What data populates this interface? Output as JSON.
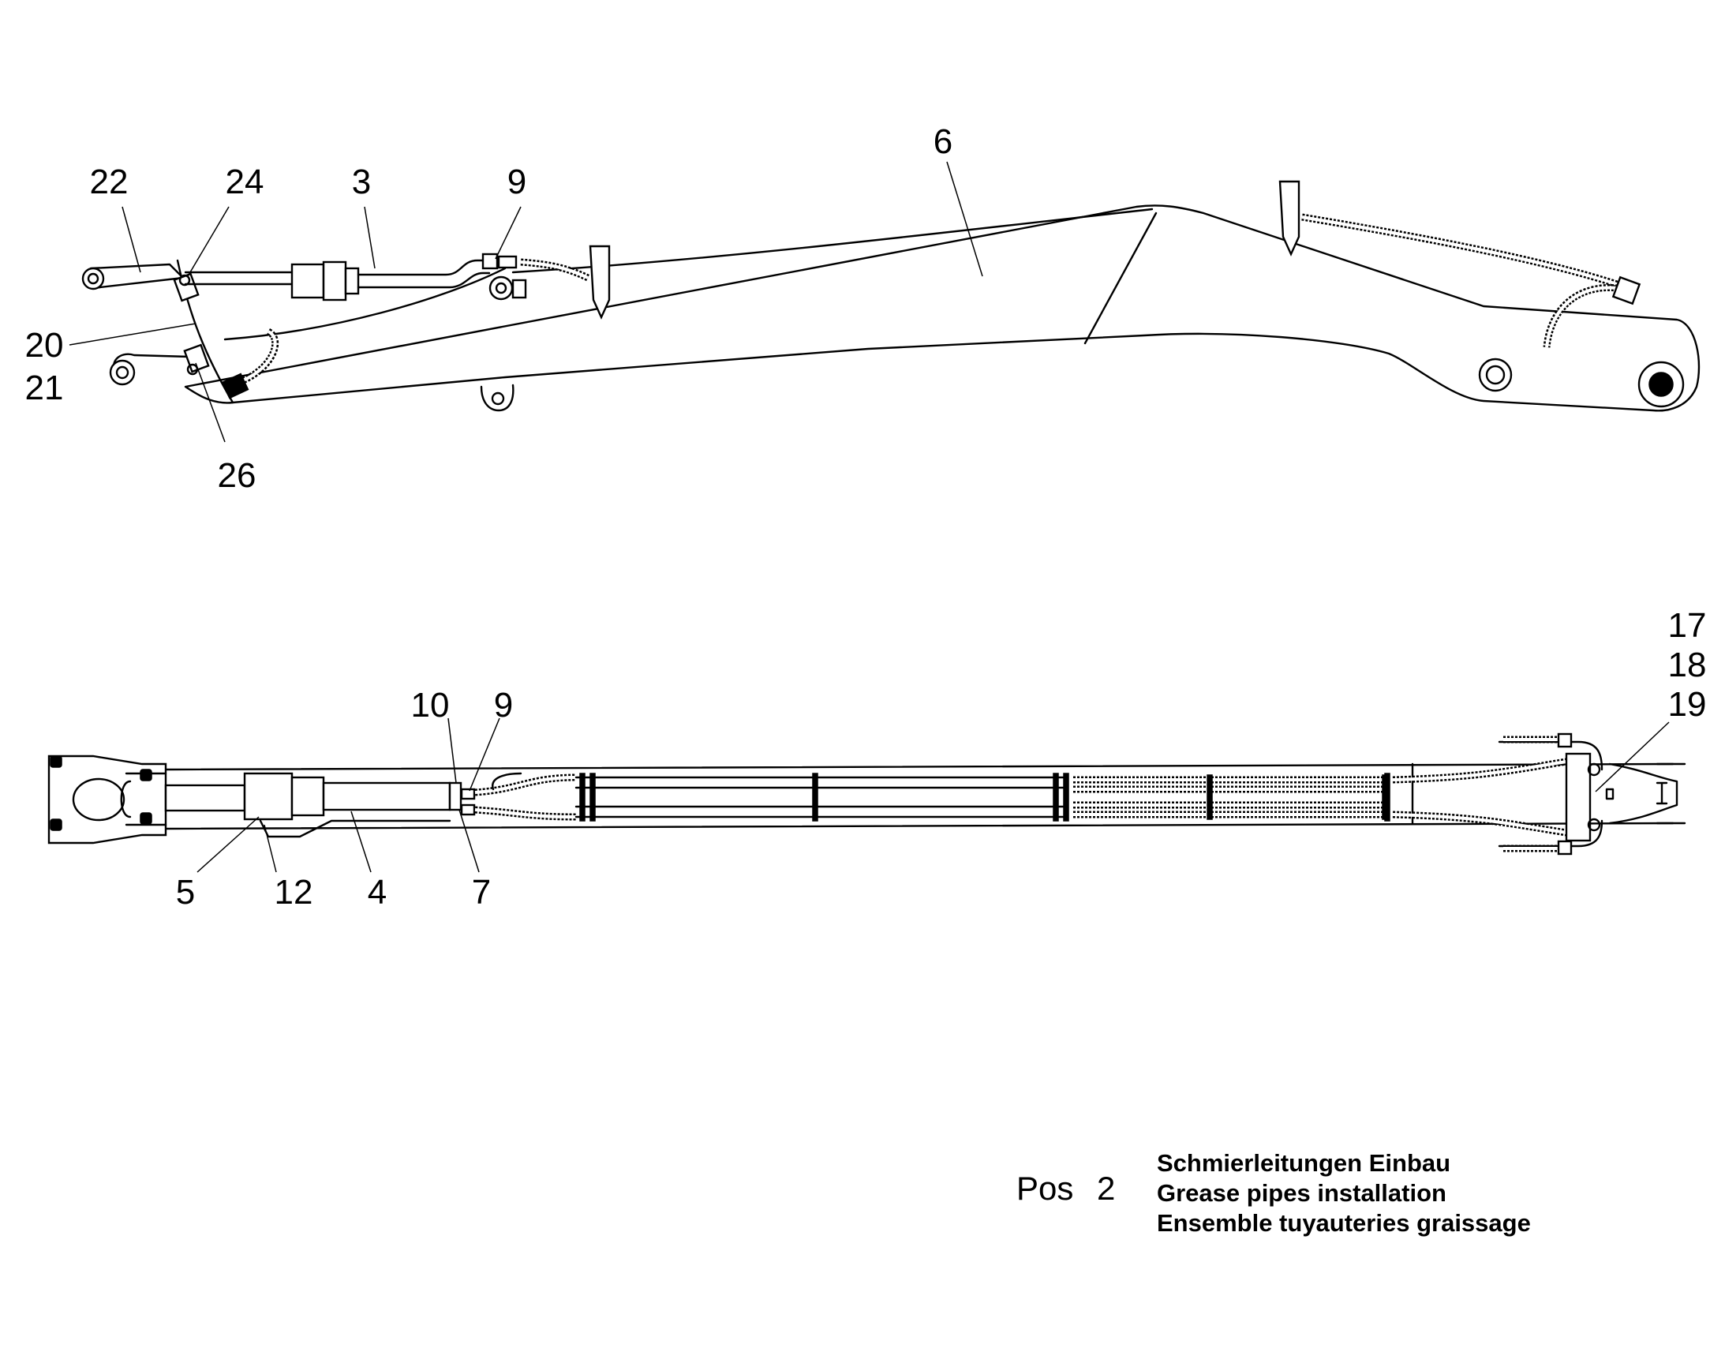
{
  "callouts_side": [
    "22",
    "24",
    "3",
    "9",
    "6",
    "20",
    "21",
    "26"
  ],
  "callouts_top": [
    "10",
    "9",
    "17",
    "18",
    "19",
    "5",
    "12",
    "4",
    "7"
  ],
  "caption": {
    "pos_label": "Pos",
    "pos_number": "2",
    "line_de": "Schmierleitungen Einbau",
    "line_en": "Grease pipes installation",
    "line_fr": "Ensemble tuyauteries graissage"
  }
}
